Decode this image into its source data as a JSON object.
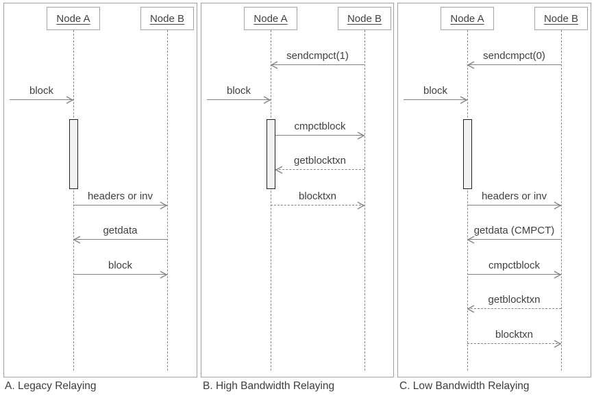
{
  "figure": {
    "type": "sequence-diagram"
  },
  "colors": {
    "background": "#ffffff",
    "panel_border": "#9f9f9f",
    "node_box_border": "#a3a3a3",
    "line": "#828282",
    "lifeline": "#868686",
    "text": "#3f3f3f",
    "activation_fill": "#f2f2f2",
    "activation_border": "#1f1f1f"
  },
  "panels": [
    {
      "caption": "A. Legacy Relaying",
      "nodes": [
        "Node A",
        "Node B"
      ],
      "messages": [
        {
          "label": "block",
          "from": "external",
          "to": "Node A",
          "line": "solid"
        },
        {
          "label": "headers or inv",
          "from": "Node A",
          "to": "Node B",
          "line": "solid"
        },
        {
          "label": "getdata",
          "from": "Node B",
          "to": "Node A",
          "line": "solid"
        },
        {
          "label": "block",
          "from": "Node A",
          "to": "Node B",
          "line": "solid"
        }
      ]
    },
    {
      "caption": "B. High Bandwidth Relaying",
      "nodes": [
        "Node A",
        "Node B"
      ],
      "messages": [
        {
          "label": "sendcmpct(1)",
          "from": "Node B",
          "to": "Node A",
          "line": "solid"
        },
        {
          "label": "block",
          "from": "external",
          "to": "Node A",
          "line": "solid"
        },
        {
          "label": "cmpctblock",
          "from": "Node A",
          "to": "Node B",
          "line": "solid"
        },
        {
          "label": "getblocktxn",
          "from": "Node B",
          "to": "Node A",
          "line": "dashed"
        },
        {
          "label": "blocktxn",
          "from": "Node A",
          "to": "Node B",
          "line": "dashed"
        }
      ]
    },
    {
      "caption": "C. Low Bandwidth Relaying",
      "nodes": [
        "Node A",
        "Node B"
      ],
      "messages": [
        {
          "label": "sendcmpct(0)",
          "from": "Node B",
          "to": "Node A",
          "line": "solid"
        },
        {
          "label": "block",
          "from": "external",
          "to": "Node A",
          "line": "solid"
        },
        {
          "label": "headers or inv",
          "from": "Node A",
          "to": "Node B",
          "line": "solid"
        },
        {
          "label": "getdata (CMPCT)",
          "from": "Node B",
          "to": "Node A",
          "line": "solid"
        },
        {
          "label": "cmpctblock",
          "from": "Node A",
          "to": "Node B",
          "line": "solid"
        },
        {
          "label": "getblocktxn",
          "from": "Node B",
          "to": "Node A",
          "line": "dashed"
        },
        {
          "label": "blocktxn",
          "from": "Node A",
          "to": "Node B",
          "line": "dashed"
        }
      ]
    }
  ]
}
